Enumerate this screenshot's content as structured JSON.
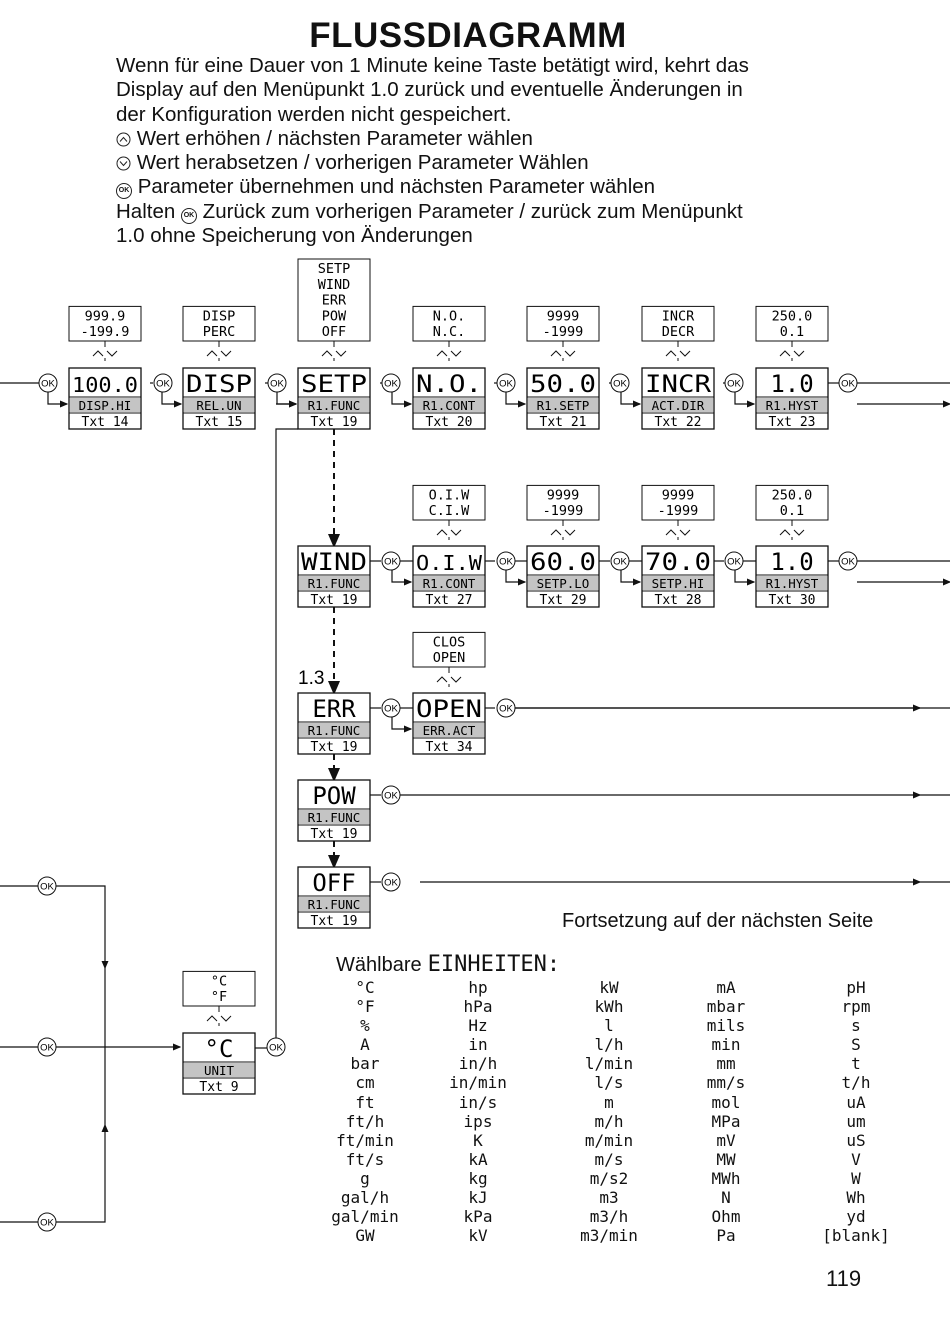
{
  "title": "FLUSSDIAGRAMM",
  "intro": {
    "line1": "Wenn für eine Dauer von 1 Minute keine Taste betätigt wird, kehrt das",
    "line2": "Display auf den Menüpunkt 1.0 zurück und eventuelle Änderungen in",
    "line3": "der Konfiguration werden nicht gespeichert.",
    "up": "Wert erhöhen / nächsten Parameter wählen",
    "down": "Wert herabsetzen / vorherigen Parameter Wählen",
    "ok": "Parameter übernehmen und nächsten Parameter wählen",
    "hold_a": "Halten",
    "hold_b": "Zurück zum vorherigen Parameter / zurück zum Menüpunkt",
    "hold_c": "1.0 ohne Speicherung von Änderungen"
  },
  "ok_label": "OK",
  "boxes": [
    {
      "id": "disp-hi",
      "main": "100.0",
      "label": "DISP.HI",
      "txt": "Txt 14",
      "opts": [
        "999.9",
        "-199.9"
      ]
    },
    {
      "id": "rel-un",
      "main": "DISP",
      "label": "REL.UN",
      "txt": "Txt 15",
      "opts": [
        "DISP",
        "PERC"
      ]
    },
    {
      "id": "r1-func-setp",
      "main": "SETP",
      "label": "R1.FUNC",
      "txt": "Txt 19",
      "opts": [
        "SETP",
        "WIND",
        "ERR",
        "POW",
        "OFF"
      ]
    },
    {
      "id": "r1-cont",
      "main": "N.O.",
      "label": "R1.CONT",
      "txt": "Txt 20",
      "opts": [
        "N.O.",
        "N.C."
      ]
    },
    {
      "id": "r1-setp",
      "main": "50.0",
      "label": "R1.SETP",
      "txt": "Txt 21",
      "opts": [
        "9999",
        "-1999"
      ]
    },
    {
      "id": "act-dir",
      "main": "INCR",
      "label": "ACT.DIR",
      "txt": "Txt 22",
      "opts": [
        "INCR",
        "DECR"
      ]
    },
    {
      "id": "r1-hyst",
      "main": "1.0",
      "label": "R1.HYST",
      "txt": "Txt 23",
      "opts": [
        "250.0",
        "0.1"
      ]
    },
    {
      "id": "r1-func-wind",
      "main": "WIND",
      "label": "R1.FUNC",
      "txt": "Txt 19",
      "opts": []
    },
    {
      "id": "r1-cont-wind",
      "main": "O.I.W",
      "label": "R1.CONT",
      "txt": "Txt 27",
      "opts": [
        "O.I.W",
        "C.I.W"
      ]
    },
    {
      "id": "setp-lo",
      "main": "60.0",
      "label": "SETP.LO",
      "txt": "Txt 29",
      "opts": [
        "9999",
        "-1999"
      ]
    },
    {
      "id": "setp-hi",
      "main": "70.0",
      "label": "SETP.HI",
      "txt": "Txt 28",
      "opts": [
        "9999",
        "-1999"
      ]
    },
    {
      "id": "r1-hyst-wind",
      "main": "1.0",
      "label": "R1.HYST",
      "txt": "Txt 30",
      "opts": [
        "250.0",
        "0.1"
      ]
    },
    {
      "id": "r1-func-err",
      "main": "ERR",
      "label": "R1.FUNC",
      "txt": "Txt 19",
      "opts": []
    },
    {
      "id": "err-act",
      "main": "OPEN",
      "label": "ERR.ACT",
      "txt": "Txt 34",
      "opts": [
        "CLOS",
        "OPEN"
      ]
    },
    {
      "id": "r1-func-pow",
      "main": "POW",
      "label": "R1.FUNC",
      "txt": "Txt 19",
      "opts": []
    },
    {
      "id": "r1-func-off",
      "main": "OFF",
      "label": "R1.FUNC",
      "txt": "Txt 19",
      "opts": []
    },
    {
      "id": "unit",
      "main": "°C",
      "label": "UNIT",
      "txt": "Txt 9",
      "opts": [
        "°C",
        "°F"
      ]
    }
  ],
  "menu_label": "1.3",
  "continuation": "Fortsetzung auf der nächsten Seite",
  "units_title_a": "Wählbare",
  "units_title_b": "EINHEITEN:",
  "units": [
    [
      "°C",
      "°F",
      "%",
      "A",
      "bar",
      "cm",
      "ft",
      "ft/h",
      "ft/min",
      "ft/s",
      "g",
      "gal/h",
      "gal/min",
      "GW"
    ],
    [
      "hp",
      "hPa",
      "Hz",
      "in",
      "in/h",
      "in/min",
      "in/s",
      "ips",
      "K",
      "kA",
      "kg",
      "kJ",
      "kPa",
      "kV"
    ],
    [
      "kW",
      "kWh",
      "l",
      "l/h",
      "l/min",
      "l/s",
      "m",
      "m/h",
      "m/min",
      "m/s",
      "m/s2",
      "m3",
      "m3/h",
      "m3/min"
    ],
    [
      "mA",
      "mbar",
      "mils",
      "min",
      "mm",
      "mm/s",
      "mol",
      "MPa",
      "mV",
      "MW",
      "MWh",
      "N",
      "Ohm",
      "Pa"
    ],
    [
      "pH",
      "rpm",
      "s",
      "S",
      "t",
      "t/h",
      "uA",
      "um",
      "uS",
      "V",
      "W",
      "Wh",
      "yd",
      "[blank]"
    ]
  ],
  "page_number": "119"
}
